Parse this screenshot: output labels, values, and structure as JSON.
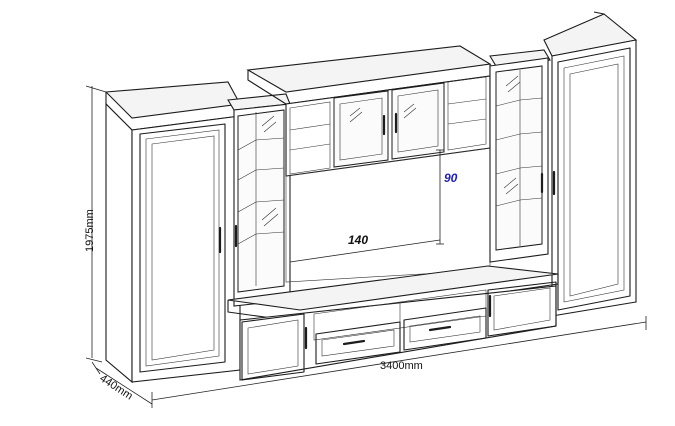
{
  "dimensions": {
    "height": "1975mm",
    "width": "3400mm",
    "depth": "440mm"
  },
  "tv_niche": {
    "width": "140",
    "height": "90",
    "height_color": "#1f1fb0",
    "width_color": "#111111"
  }
}
